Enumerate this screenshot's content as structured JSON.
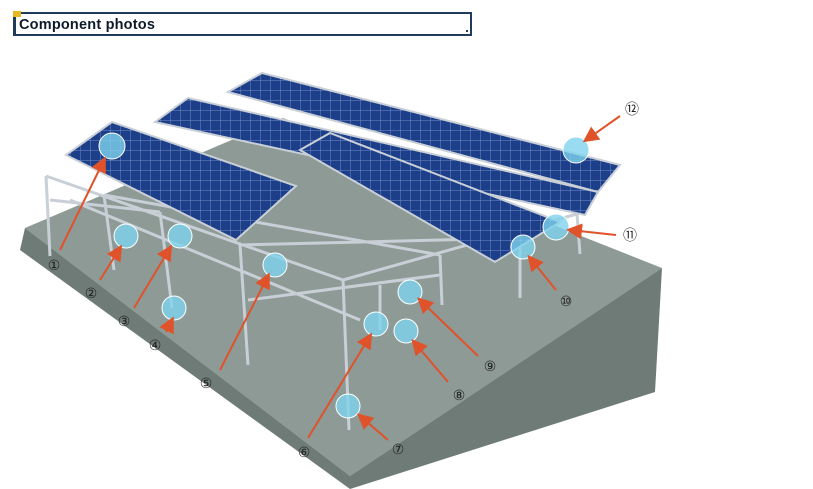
{
  "header": {
    "title": "Component photos"
  },
  "diagram": {
    "subject": "ground-mounted solar panel array on concrete base",
    "callouts": [
      {
        "label": "①",
        "name": "callout-1"
      },
      {
        "label": "②",
        "name": "callout-2"
      },
      {
        "label": "③",
        "name": "callout-3"
      },
      {
        "label": "④",
        "name": "callout-4"
      },
      {
        "label": "⑤",
        "name": "callout-5"
      },
      {
        "label": "⑥",
        "name": "callout-6"
      },
      {
        "label": "⑦",
        "name": "callout-7"
      },
      {
        "label": "⑧",
        "name": "callout-8"
      },
      {
        "label": "⑨",
        "name": "callout-9"
      },
      {
        "label": "⑩",
        "name": "callout-10"
      },
      {
        "label": "⑪",
        "name": "callout-11"
      },
      {
        "label": "⑫",
        "name": "callout-12"
      }
    ],
    "colors": {
      "panel": "#1d3f8a",
      "panel_grid": "#8fa8d8",
      "frame": "#c9cfd6",
      "concrete_top": "#8d9a95",
      "concrete_side": "#6f7b76",
      "highlight": "#7fd3ee",
      "arrow": "#e0522a"
    }
  }
}
